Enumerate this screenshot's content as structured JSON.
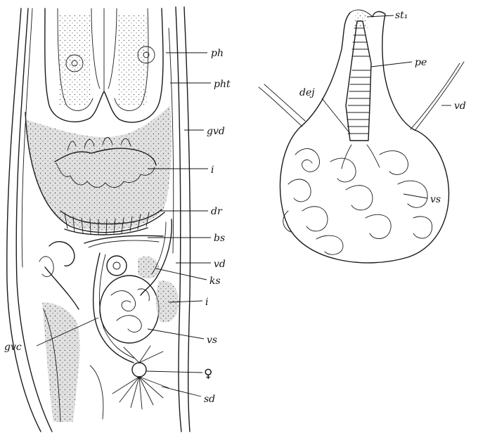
{
  "left_figure": {
    "labels": [
      {
        "id": "ph",
        "text": "ph"
      },
      {
        "id": "pht",
        "text": "pht"
      },
      {
        "id": "gvd",
        "text": "gvd"
      },
      {
        "id": "i_upper",
        "text": "i"
      },
      {
        "id": "dr",
        "text": "dr"
      },
      {
        "id": "bs",
        "text": "bs"
      },
      {
        "id": "vd",
        "text": "vd"
      },
      {
        "id": "ks",
        "text": "ks"
      },
      {
        "id": "i_lower",
        "text": "i"
      },
      {
        "id": "gvc",
        "text": "gvc"
      },
      {
        "id": "vs",
        "text": "vs"
      },
      {
        "id": "female",
        "text": "♀"
      },
      {
        "id": "sd",
        "text": "sd"
      }
    ]
  },
  "right_figure": {
    "labels": [
      {
        "id": "st1",
        "text": "st₁"
      },
      {
        "id": "pe",
        "text": "pe"
      },
      {
        "id": "dej",
        "text": "dej"
      },
      {
        "id": "vd",
        "text": "vd"
      },
      {
        "id": "vs",
        "text": "vs"
      }
    ]
  }
}
